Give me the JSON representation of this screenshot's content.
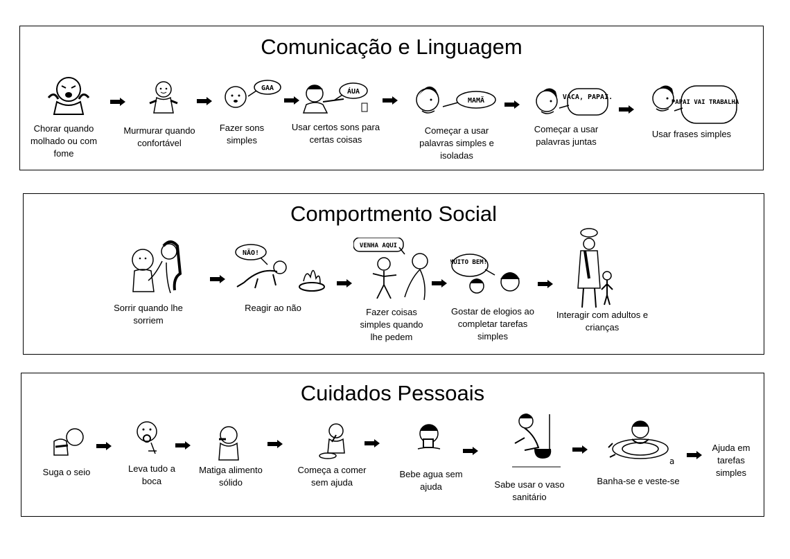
{
  "sections": [
    {
      "title": "Comunicação e Linguagem",
      "steps": [
        {
          "label": "Chorar quando molhado ou com fome",
          "icon": "crying-baby-icon"
        },
        {
          "label": "Murmurar quando confortável",
          "icon": "contented-baby-icon"
        },
        {
          "label": "Fazer sons simples",
          "icon": "babbling-baby-icon",
          "speech": "GAA"
        },
        {
          "label": "Usar certos sons para certas coisas",
          "icon": "child-asking-water-icon",
          "speech": "ÁUA"
        },
        {
          "label": "Começar a usar palavras simples e isoladas",
          "icon": "child-saying-mama-icon",
          "speech": "MAMÃ"
        },
        {
          "label": "Começar a usar palavras juntas",
          "icon": "child-word-pair-icon",
          "speech": "VACA, PAPAI."
        },
        {
          "label": "Usar frases simples",
          "icon": "child-sentence-icon",
          "speech": "PAPAI VAI TRABALHAR."
        }
      ]
    },
    {
      "title": "Comportmento Social",
      "steps": [
        {
          "label": "Sorrir quando lhe sorriem",
          "icon": "mother-and-baby-icon"
        },
        {
          "label": "Reagir ao não",
          "icon": "crawling-baby-fire-icon",
          "speech": "NÃO!"
        },
        {
          "label": "Fazer coisas simples quando lhe pedem",
          "icon": "child-called-by-parent-icon",
          "speech": "VENHA AQUI"
        },
        {
          "label": "Gostar de elogios ao completar tarefas simples",
          "icon": "praised-child-icon",
          "speech": "MUITO BEM!"
        },
        {
          "label": "Interagir com adultos e crianças",
          "icon": "adult-and-child-icon"
        }
      ]
    },
    {
      "title": "Cuidados Pessoais",
      "steps": [
        {
          "label": "Suga o seio",
          "icon": "breastfeeding-icon"
        },
        {
          "label": "Leva tudo a boca",
          "icon": "mouthing-toy-icon"
        },
        {
          "label": "Matiga alimento sólido",
          "icon": "chewing-child-icon"
        },
        {
          "label": "Começa a comer sem ajuda",
          "icon": "self-feeding-icon"
        },
        {
          "label": "Bebe agua sem ajuda",
          "icon": "drinking-cup-icon"
        },
        {
          "label": "Sabe usar o vaso sanitário",
          "icon": "potty-icon"
        },
        {
          "label": "Banha-se e veste-se",
          "icon": "bathing-child-icon"
        },
        {
          "label": "Ajuda em tarefas simples",
          "icon": ""
        }
      ]
    }
  ]
}
